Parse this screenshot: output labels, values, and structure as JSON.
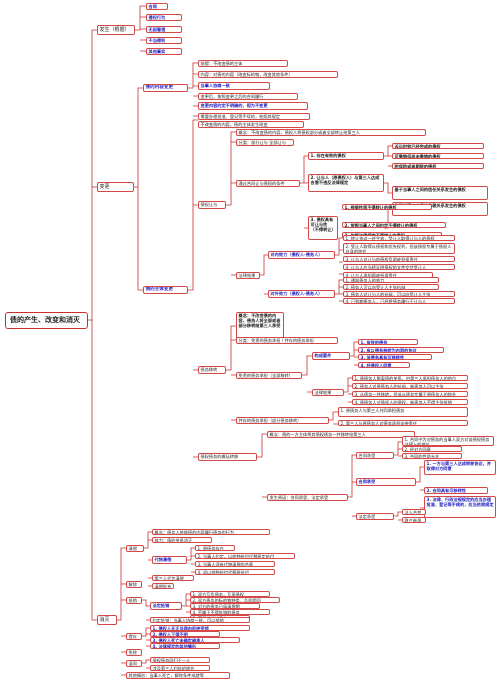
{
  "root": "债的产生、改变和消灭",
  "branches": {
    "occurrence": {
      "label": "发生（根据）",
      "items": [
        "合同",
        "侵权行为",
        "无因管理",
        "不当得利",
        "其他事实"
      ]
    },
    "change": {
      "label": "变更",
      "content_change": {
        "label": "债的内容变更",
        "items": [
          "前提：不改变债的主体",
          "内容：对债的内容（改变标的物，改变其他条件）",
          "当事人协商一致",
          "变更后，按照变更之后的合同履行",
          "变更内容约定不明确的，视为不变更",
          "需要办理批准、登记等手续的，依照其规定"
        ]
      },
      "subject_change": {
        "label": "债的主体变更",
        "intro": "不改变债的内容，债的主体发生改变",
        "assignment": {
          "label": "债权让与",
          "concept": "概念：不改变债的内容，债权人将债权部分或者全部转让给第三人",
          "types": "分类：部分让与 全部让与",
          "conditions_label": "通过合同让与债权的条件",
          "cond1": "1. 存在有效的债权",
          "cond1_items": [
            "诉讼时效已经完成的债权",
            "可撤销但尚未撤销的债权",
            "附保险或者期限的债权"
          ],
          "cond2": "2. 让与人（原债权人）与第三人达成合意不违反法律规定",
          "cond2_items": [
            "基于当事人之间的信任关系发生的债权",
            "附于当事人之间的信赖关系发生的债权"
          ],
          "cond3": "3. 债权具有可让与性（不得转让）",
          "cond3_items": [
            "1. 根据性质不得转让的债权",
            "2. 按照当事人之间约定不得转让的债权",
            "3. 依照法律规定不得转让的债权"
          ],
          "effect_label": "法律效果",
          "internal_label": "对内效力（债权人-债务人）",
          "internal_items": [
            "1. 转让协议一经生效，受让人取得让与人的债权",
            "2. 受让人取得从债权和优先权利，但该债权专属于债权人自身的除外",
            "3. 让与人对让与的债权负瑕疵担保责任",
            "4. 让与人应当将证明债权的文件交付受让人",
            "4. 让与人承担瑕疵担保责任"
          ],
          "external_label": "对外效力（债权人-债务人）",
          "external_items": [
            "1. 通知债务人的效力",
            "2. 债务人可以向受让人主张抗辩",
            "3. 债务人对让与人的抗辩，可以向受让人主张",
            "4. 已到期债务人，已经将债务履行于让与人"
          ]
        },
        "debt_transfer": {
          "label": "债务移转",
          "concept": "概念：不改变债的内容，债务人将全部或者部分移转给第三人承受",
          "types": "分类：免责的债务承担 / 并存的债务承担",
          "exempt_label": "免责的债务承担（全部移转）",
          "constitutive_label": "构成要件",
          "constitutive_items": [
            "1. 有效的债务",
            "2. 有以债务移转为内容的协议",
            "3. 该债务具有可移转性",
            "4. 经债权人同意"
          ],
          "effect_label": "法律效果",
          "effect_items": [
            "1. 原债务人脱离债的关系，由第三人承担债务人的地位",
            "2. 债务人对原债务人的抗辩，新债务人可以主张",
            "3. 从债务一并移转，但该从债务专属于原债务人的除外",
            "4. 原债务人对债权人的债权，新债务人不得主张抵销"
          ],
          "parallel_label": "并存的债务承担（部分债务移转）",
          "parallel_items": [
            "1. 原债务人与第三人共同承担债务",
            "2. 第三人与原债务人对债务承担连带责任"
          ]
        },
        "comprehensive": {
          "label": "债权债务的概括转移",
          "concept": "概念：债的一方主体将其债权债务一并移转给第三人",
          "cause_label": "发生原因：合同承受、法定承受",
          "contract_label": "合同承受",
          "contract_items": [
            "1. 合同中为对债务的当事人双方对该债权债务法律上的地位",
            "2. 经对方同意",
            "3. 合同的性质允许"
          ],
          "statutory_label": "法定承受",
          "statutory_items": [
            "法人合并",
            "财产继承"
          ],
          "mid_items": [
            "1. 一方与第三人达成转移协议，并取得对方同意",
            "2. 合同具有可移转性",
            "3. 法律、行政法规规定的应当办理批准、登记等手续的，应当依照规定"
          ]
        }
      }
    },
    "extinction": {
      "label": "消灭",
      "set_off": {
        "label": "清偿",
        "concept": "概念：债务人依据债的内容履行债务的行为",
        "effect": "效力：债的关系消灭",
        "substitute": "代物清偿",
        "substitute_items": [
          "1. 原债务存在",
          "2. 当事人约定，以他种给付代替原定给付",
          "3. 当事人须有代物清偿的合意",
          "4. 须以他种给付代替原给付"
        ],
        "third_party": "第三人代为清偿",
        "priority": "清偿抵充"
      },
      "release": "解除",
      "offset": {
        "label": "抵销",
        "statutory": "法定抵销",
        "statutory_items": [
          "1. 双方互负债务，互享债权",
          "2. 双方债务的标的物种类、品质相同",
          "3. 对方的债务已届清偿期",
          "4. 不属于不得抵销的债务",
          "5. 不得抵销的债务"
        ],
        "agreed": "约定抵销：当事人协商一致，可以抵销"
      },
      "deposit": "提存",
      "deposit_items": [
        "1. 债权人无正当理由拒绝受领",
        "2. 债权人下落不明",
        "3. 债权人死亡未确定继承人",
        "4. 法律规定的其他情形"
      ],
      "waiver": "免除",
      "merger": "混同",
      "merger_items": [
        "债权债务同归于一人",
        "涉及第三人利益的除外"
      ],
      "other": "其他情形：当事人死亡，解除条件成就等"
    }
  }
}
